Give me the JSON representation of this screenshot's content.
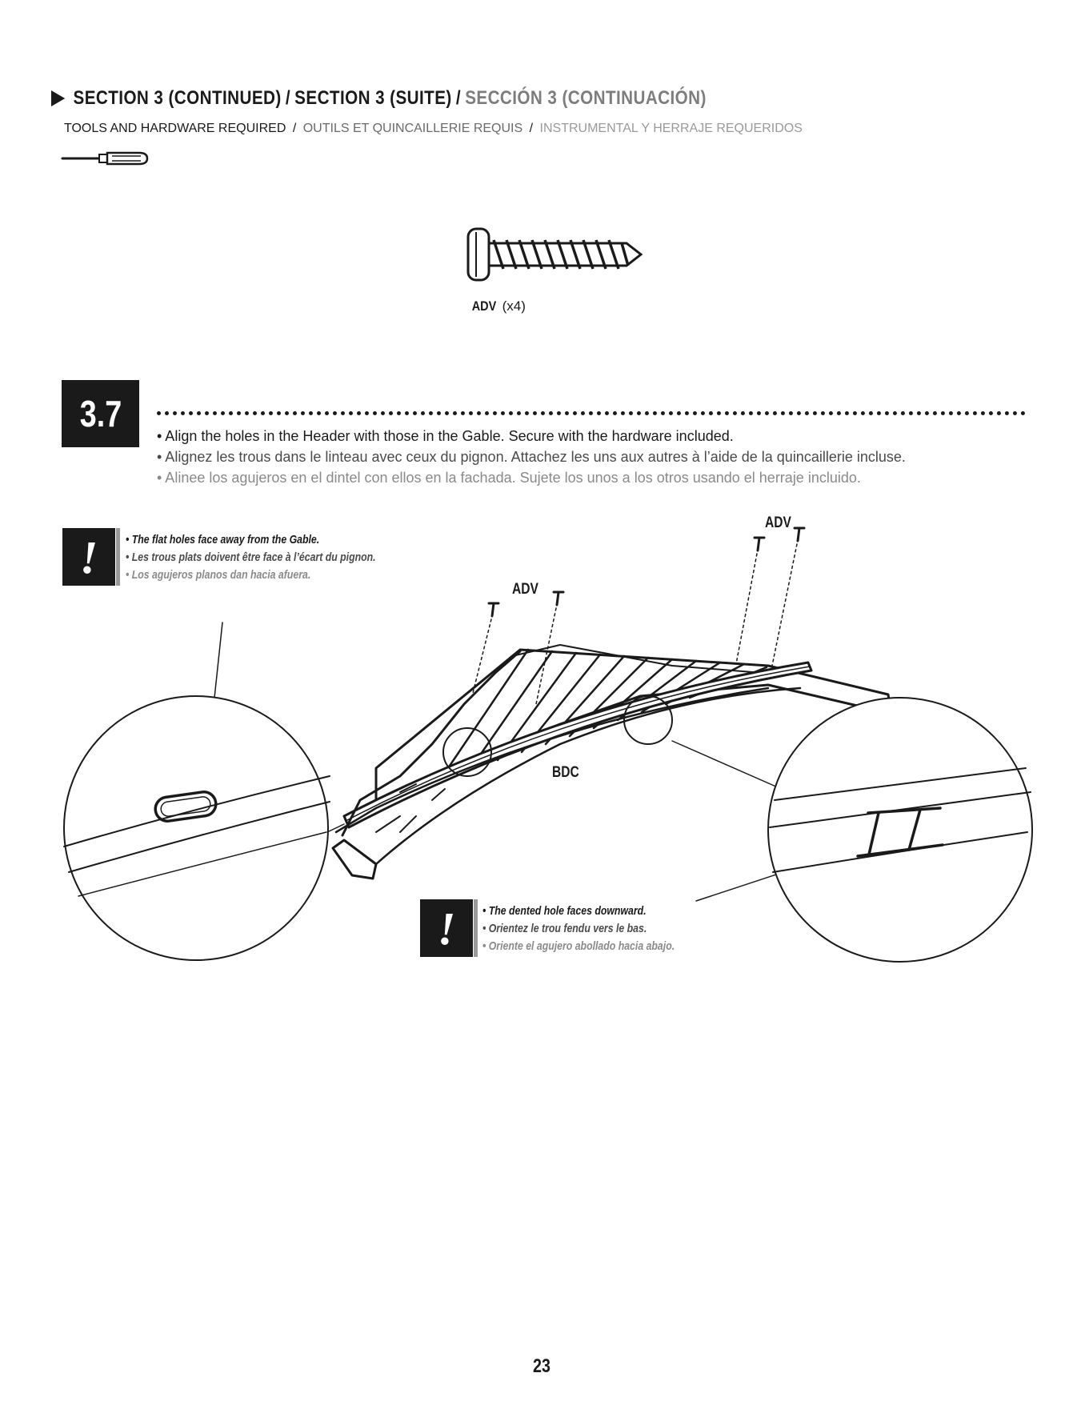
{
  "header": {
    "title_en": "SECTION 3 (CONTINUED)",
    "title_fr": "SECTION 3 (SUITE)",
    "title_es": "SECCIÓN 3 (CONTINUACIÓN)",
    "separator": "/"
  },
  "tools": {
    "label_en": "TOOLS AND HARDWARE REQUIRED",
    "label_fr": "OUTILS ET QUINCAILLERIE REQUIS",
    "label_es": "INSTRUMENTAL Y HERRAJE REQUERIDOS",
    "icon": "screwdriver-icon"
  },
  "hardware": {
    "code": "ADV",
    "quantity": "(x4)",
    "icon": "screw-icon"
  },
  "step": {
    "number": "3.7",
    "instruction_en": "• Align the holes in the Header with those in the Gable. Secure with the hardware included.",
    "instruction_fr": "• Alignez les trous dans le linteau avec ceux du pignon. Attachez les uns aux autres à l’aide de la quincaillerie incluse.",
    "instruction_es": "• Alinee los agujeros en el dintel con ellos en la fachada. Sujete los unos a los otros usando el herraje incluido."
  },
  "note_flat": {
    "symbol": "!",
    "line_en": "• The flat holes face away from the Gable.",
    "line_fr": "• Les trous plats doivent être face à l’écart du pignon.",
    "line_es": "• Los agujeros planos dan hacia afuera."
  },
  "note_dented": {
    "symbol": "!",
    "line_en": "• The dented hole faces downward.",
    "line_fr": "• Orientez le trou fendu vers le bas.",
    "line_es": "• Oriente el agujero abollado hacia abajo."
  },
  "diagram_labels": {
    "adv_left": "ADV",
    "adv_right": "ADV",
    "part_code": "BDC"
  },
  "page_number": "23"
}
